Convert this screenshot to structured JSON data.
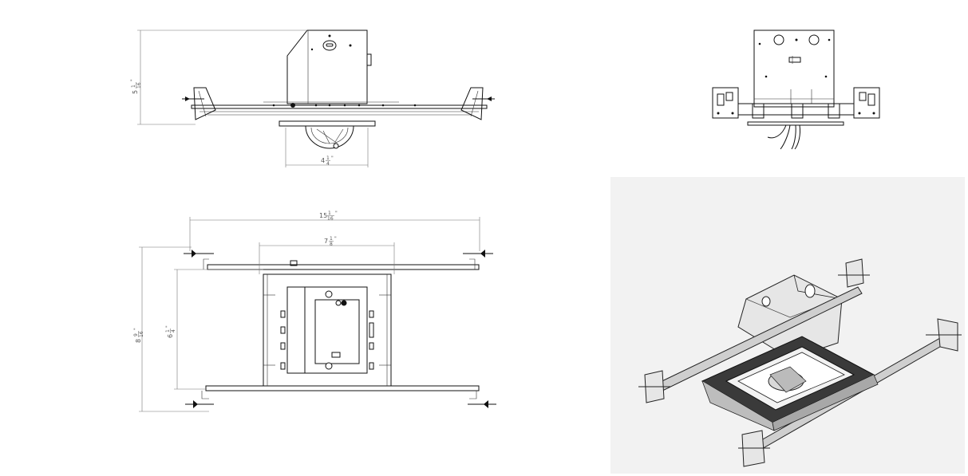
{
  "dimensions": {
    "front_height": {
      "whole": "5",
      "num": "1",
      "den": "16",
      "unit": "\""
    },
    "front_width": {
      "whole": "4",
      "num": "1",
      "den": "4",
      "unit": "\""
    },
    "plan_overall_width": {
      "whole": "15",
      "num": "1",
      "den": "16",
      "unit": "\""
    },
    "plan_inner_width": {
      "whole": "7",
      "num": "1",
      "den": "8",
      "unit": "\""
    },
    "plan_overall_depth": {
      "whole": "8",
      "num": "9",
      "den": "16",
      "unit": "\""
    },
    "plan_inner_depth": {
      "whole": "6",
      "num": "1",
      "den": "4",
      "unit": "\""
    }
  },
  "colors": {
    "line": "#111111",
    "dimension": "#777777",
    "background": "#ffffff",
    "photo_background": "#f0f0f0",
    "trim_dark": "#3a3a3a"
  }
}
